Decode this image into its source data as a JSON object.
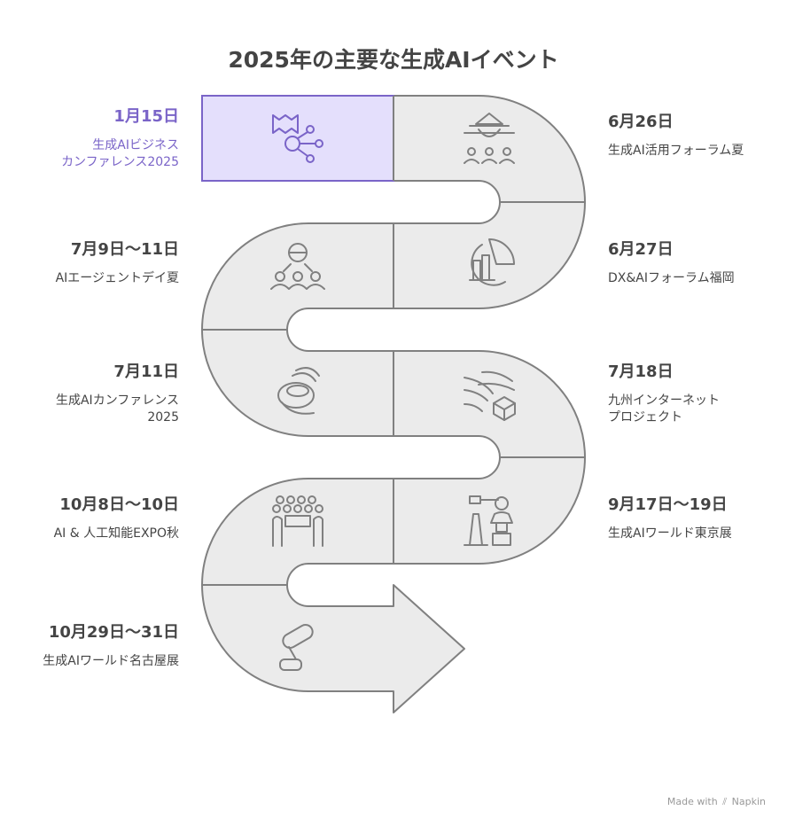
{
  "title": "2025年の主要な生成AIイベント",
  "colors": {
    "accent": "#7a64c8",
    "accent_fill": "#e4dffc",
    "road_fill": "#ebebeb",
    "road_stroke": "#808080"
  },
  "events": [
    {
      "date": "1月15日",
      "name": "生成AIビジネス\nカンファレンス2025",
      "icon": "chart-network-icon",
      "active": true
    },
    {
      "date": "6月26日",
      "name": "生成AI活用フォーラム夏",
      "icon": "team-leader-icon"
    },
    {
      "date": "6月27日",
      "name": "DX&AIフォーラム福岡",
      "icon": "city-chart-icon"
    },
    {
      "date": "7月9日〜11日",
      "name": "AIエージェントデイ夏",
      "icon": "audience-icon"
    },
    {
      "date": "7月11日",
      "name": "生成AIカンファレンス\n2025",
      "icon": "chat-bubbles-icon"
    },
    {
      "date": "7月18日",
      "name": "九州インターネット\nプロジェクト",
      "icon": "network-cube-icon"
    },
    {
      "date": "9月17日〜19日",
      "name": "生成AIワールド東京展",
      "icon": "robot-arm-icon"
    },
    {
      "date": "10月8日〜10日",
      "name": "AI & 人工知能EXPO秋",
      "icon": "crowd-icon"
    },
    {
      "date": "10月29日〜31日",
      "name": "生成AIワールド名古屋展",
      "icon": "microphone-icon"
    }
  ],
  "footer": {
    "made_with": "Made with",
    "brand": "Napkin"
  }
}
